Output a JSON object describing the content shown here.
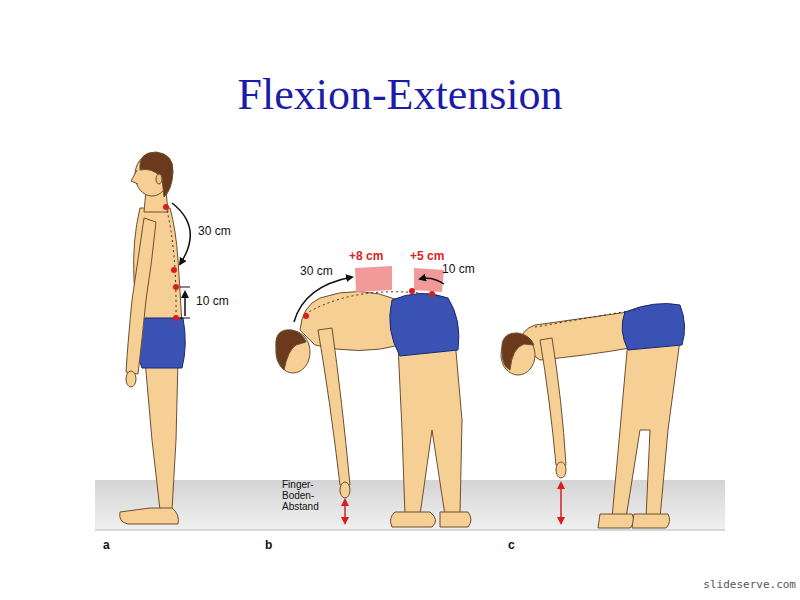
{
  "diagram": {
    "title": "Flexion-Extension",
    "labels": [
      "30 cm",
      "10 cm",
      "+8 cm",
      "+5 cm",
      "30 cm",
      "10 cm",
      "Finger- Boden- Abstand",
      "a",
      "b",
      "c",
      "slideserve.com"
    ]
  }
}
